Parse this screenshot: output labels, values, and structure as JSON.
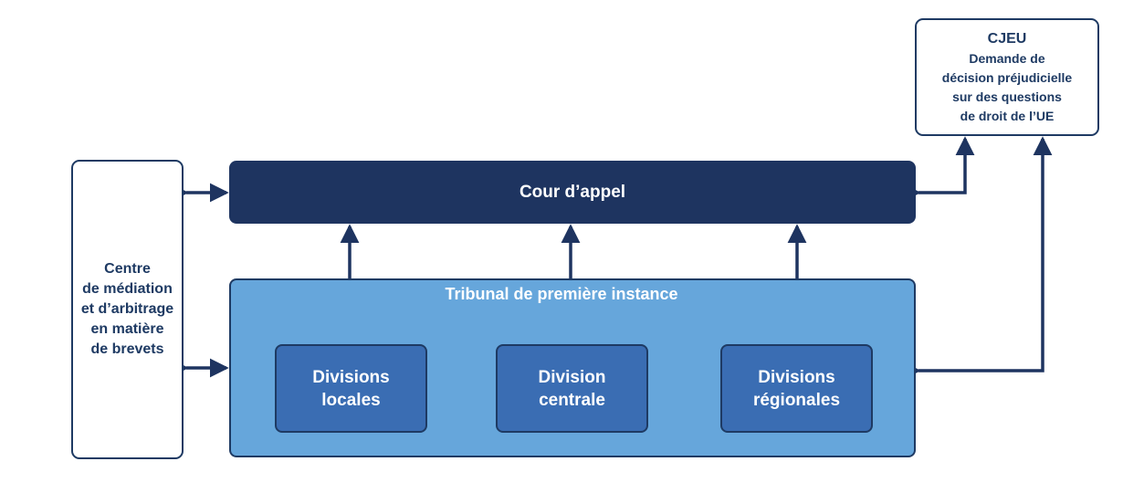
{
  "cjeu": {
    "title": "CJEU",
    "lines": [
      "Demande de",
      "décision préjudicielle",
      "sur des questions",
      "de droit de l’UE"
    ]
  },
  "centre": {
    "lines": [
      "Centre",
      "de médiation",
      "et d’arbitrage",
      "en matière",
      "de brevets"
    ]
  },
  "cour": {
    "label": "Cour d’appel"
  },
  "tribunal": {
    "title": "Tribunal de première instance",
    "divisions": [
      {
        "line1": "Divisions",
        "line2": "locales"
      },
      {
        "line1": "Division",
        "line2": "centrale"
      },
      {
        "line1": "Divisions",
        "line2": "régionales"
      }
    ]
  },
  "colors": {
    "navy": "#1e3460",
    "light_blue": "#66a6db",
    "mid_blue": "#3a6db3"
  }
}
